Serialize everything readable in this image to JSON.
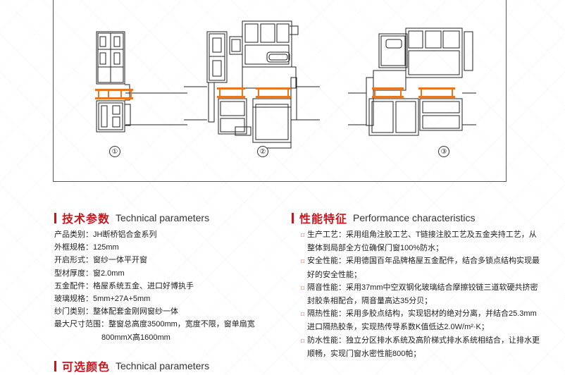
{
  "drawing": {
    "callouts": [
      "①",
      "②",
      "③"
    ]
  },
  "technical": {
    "heading_cn": "技术参数",
    "heading_en": "Technical parameters",
    "rows": [
      "产品类别：JH断桥铝合金系列",
      "外框规格：125mm",
      "开启形式：窗纱一体平开窗",
      "型材厚度：窗2.0mm",
      "五金配件：格屋系统五金、进口好博执手",
      "玻璃规格：5mm+27A+5mm",
      "纱门类别：整体配套金刚网窗纱一体",
      "最大尺寸范围：整窗总高度3500mm，宽度不限，窗单扇宽",
      "800mmX高1600mm"
    ]
  },
  "performance": {
    "heading_cn": "性能特征",
    "heading_en": "Performance characteristics",
    "items": [
      "生产工艺：采用组角注胶工艺、T链接注胶工艺及五金夹持工艺，从整体到局部全方位确保门窗100%防水；",
      "安全性能：采用德国百年品牌格屋五金配件，结合多锁点结构实现最好的安全性能；",
      "隔音性能：采用37mm中空双钢化玻璃结合摩擦铰链三道软硬共挤密封胶条相配合，隔音量高达35分贝；",
      "隔热性能：采用多胶点结构，实现铝材的绝对分离，并结合25.3mm进口隔热胶条，实现热传导系数K值低达2.0W/m²·K；",
      "防水性能：独立分区排水系统及高阶梯式排水系统相结合，让排水更顺畅，实现门窗水密性能800帕；"
    ]
  },
  "colors_section": {
    "heading_cn": "可选颜色",
    "heading_en": "Technical parameters"
  },
  "colors": {
    "accent": "#c8161d",
    "thermal_break": "#e87722",
    "line": "#222222"
  }
}
